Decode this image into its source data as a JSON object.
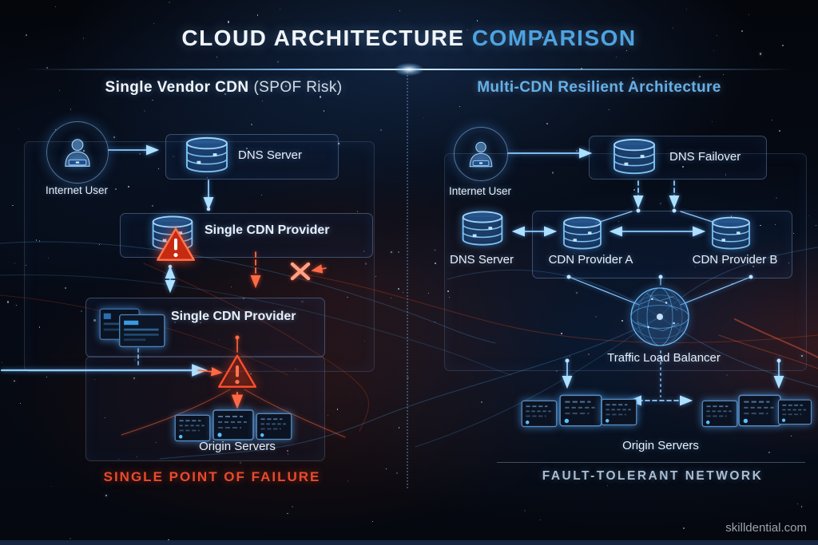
{
  "title": {
    "main": "CLOUD ARCHITECTURE",
    "accent": "COMPARISON"
  },
  "watermark": "skilldential.com",
  "left_panel": {
    "header": {
      "main": "Single Vendor CDN",
      "suffix": "(SPOF Risk)"
    },
    "nodes": {
      "internet_user": "Internet User",
      "dns_server": "DNS Server",
      "cdn_provider_top": "Single CDN Provider",
      "cdn_provider_bottom": "Single CDN Provider",
      "origin_servers": "Origin Servers"
    },
    "footer": "SINGLE POINT OF FAILURE"
  },
  "right_panel": {
    "header": "Multi-CDN Resilient Architecture",
    "nodes": {
      "internet_user": "Internet User",
      "dns_failover": "DNS Failover",
      "dns_server": "DNS Server",
      "cdn_provider_a": "CDN Provider A",
      "cdn_provider_b": "CDN Provider B",
      "traffic_load_balancer": "Traffic Load Balancer",
      "origin_servers": "Origin Servers"
    },
    "footer": "FAULT-TOLERANT NETWORK"
  },
  "icons": {
    "user": "user-icon",
    "database": "database-icon",
    "server_rack": "server-rack-icon",
    "server_box": "server-icon",
    "warning": "warning-triangle-icon",
    "globe": "globe-network-icon",
    "x_mark": "x-mark-icon"
  },
  "colors": {
    "accent_blue": "#4da3e0",
    "header_blue": "#66b0e6",
    "danger_red": "#e84b2e",
    "fault_tolerant_text": "#aabed3",
    "label_white": "#e9eff7",
    "line_blue": "#8ecbff",
    "line_red": "#ff6a45"
  }
}
